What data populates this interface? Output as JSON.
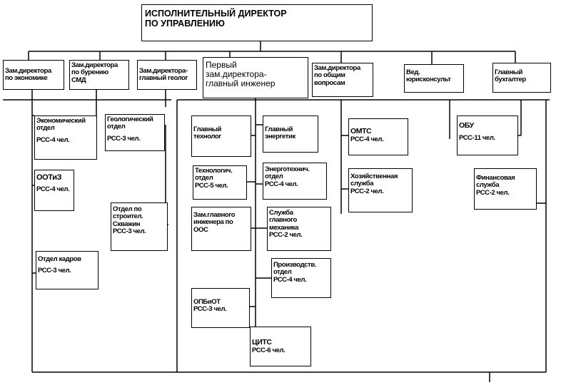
{
  "chart": {
    "boxes": {
      "ceo": [
        "ИСПОЛНИТЕЛЬНЫЙ  ДИРЕКТОР",
        "ПО УПРАВЛЕНИЮ"
      ],
      "dep_econ": [
        "Зам.директора",
        "по экономике"
      ],
      "dep_drill": [
        "Зам.директора",
        "по бурению",
        "СМД"
      ],
      "dep_geo": [
        "Зам.директора-",
        "главный геолог"
      ],
      "first_dep": [
        "Первый",
        "зам.директора-",
        "главный инженер"
      ],
      "dep_general": [
        "Зам.директора",
        "по общим",
        "вопросам"
      ],
      "legal": [
        "Вед.",
        "юрисконсульт"
      ],
      "accountant": [
        "Главный",
        "бухгалтер"
      ],
      "econ_dept": [
        "Экономический",
        "отдел",
        "РСС-4 чел."
      ],
      "ootiz": [
        "ООТиЗ",
        "РСС-4 чел."
      ],
      "hr": [
        "Отдел кадров",
        "РСС-3 чел."
      ],
      "geo_dept": [
        "Геологический",
        "отдел",
        "РСС-3 чел."
      ],
      "wells": [
        "Отдел по",
        "строител.",
        "Скважин",
        "РСС-3 чел."
      ],
      "chief_tech": [
        "Главный",
        "технолог"
      ],
      "chief_energy": [
        "Главный",
        "энергетик"
      ],
      "tech_dept": [
        "Технологич.",
        "отдел",
        "РСС-5 чел."
      ],
      "energy_dept": [
        "Энерготехнич.",
        "отдел",
        "РСС-4 чел."
      ],
      "deputy_ooc": [
        "Зам.главного",
        "инженера по",
        "ООС"
      ],
      "mechanic": [
        "Служба",
        "главного",
        "механика",
        "РСС-2 чел."
      ],
      "prod_dept": [
        "Производств.",
        "отдел",
        "РСС-4 чел."
      ],
      "opbiot": [
        "ОПБиОТ",
        "РСС-3 чел."
      ],
      "cits": [
        "ЦИТС",
        "РСС-6 чел."
      ],
      "omts": [
        "ОМТС",
        "РСС-4 чел."
      ],
      "household": [
        "Хозяйственная",
        "служба",
        "РСС-2 чел."
      ],
      "obu": [
        "ОБУ",
        "РСС-11 чел."
      ],
      "finance": [
        "Финансовая",
        "служба",
        "РСС-2 чел."
      ]
    }
  }
}
